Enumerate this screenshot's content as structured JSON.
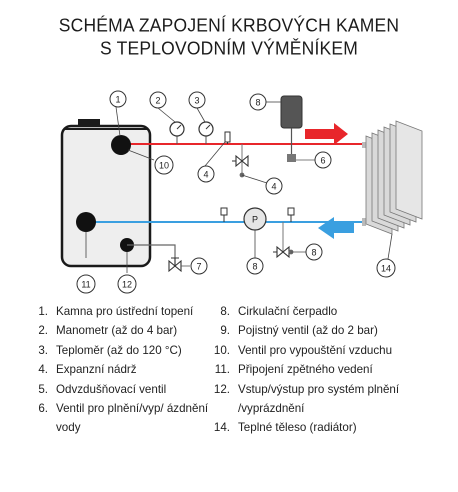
{
  "title": {
    "line1": "SCHÉMA ZAPOJENÍ KRBOVÝCH KAMEN",
    "line2": "S TEPLOVODNÍM VÝMĚNÍKEM"
  },
  "callouts": {
    "n1": "1",
    "n2": "2",
    "n3": "3",
    "n4a": "4",
    "n4b": "4",
    "n6": "6",
    "n7": "7",
    "n8a": "8",
    "n8b": "8",
    "n8c": "8",
    "n10": "10",
    "n11": "11",
    "n12": "12",
    "n14": "14",
    "pump": "P"
  },
  "colors": {
    "hot": "#e8262b",
    "cold": "#3a9fe0",
    "stove": "#eeeeee",
    "dark": "#1a1a1a",
    "tank": "#555555"
  },
  "legend": {
    "left": [
      {
        "num": "1.",
        "text": "Kamna pro ústřední topení"
      },
      {
        "num": "2.",
        "text": "Manometr (až do 4 bar)"
      },
      {
        "num": "3.",
        "text": "Teploměr (až do 120 °C)"
      },
      {
        "num": "4.",
        "text": "Expanzní nádrž"
      },
      {
        "num": "5.",
        "text": "Odvzdušňovací ventil"
      },
      {
        "num": "6.",
        "text": "Ventil pro plnění/vyp/ ázdnění vody"
      }
    ],
    "right": [
      {
        "num": "8.",
        "text": "Cirkulační čerpadlo"
      },
      {
        "num": "9.",
        "text": "Pojistný ventil (až do 2 bar)"
      },
      {
        "num": "10.",
        "text": "Ventil pro vypouštění vzduchu"
      },
      {
        "num": "11.",
        "text": "Připojení zpětného vedení"
      },
      {
        "num": "12.",
        "text": "Vstup/výstup pro systém plnění /vyprázdnění"
      },
      {
        "num": "14.",
        "text": "Teplné těleso (radiátor)"
      }
    ]
  }
}
